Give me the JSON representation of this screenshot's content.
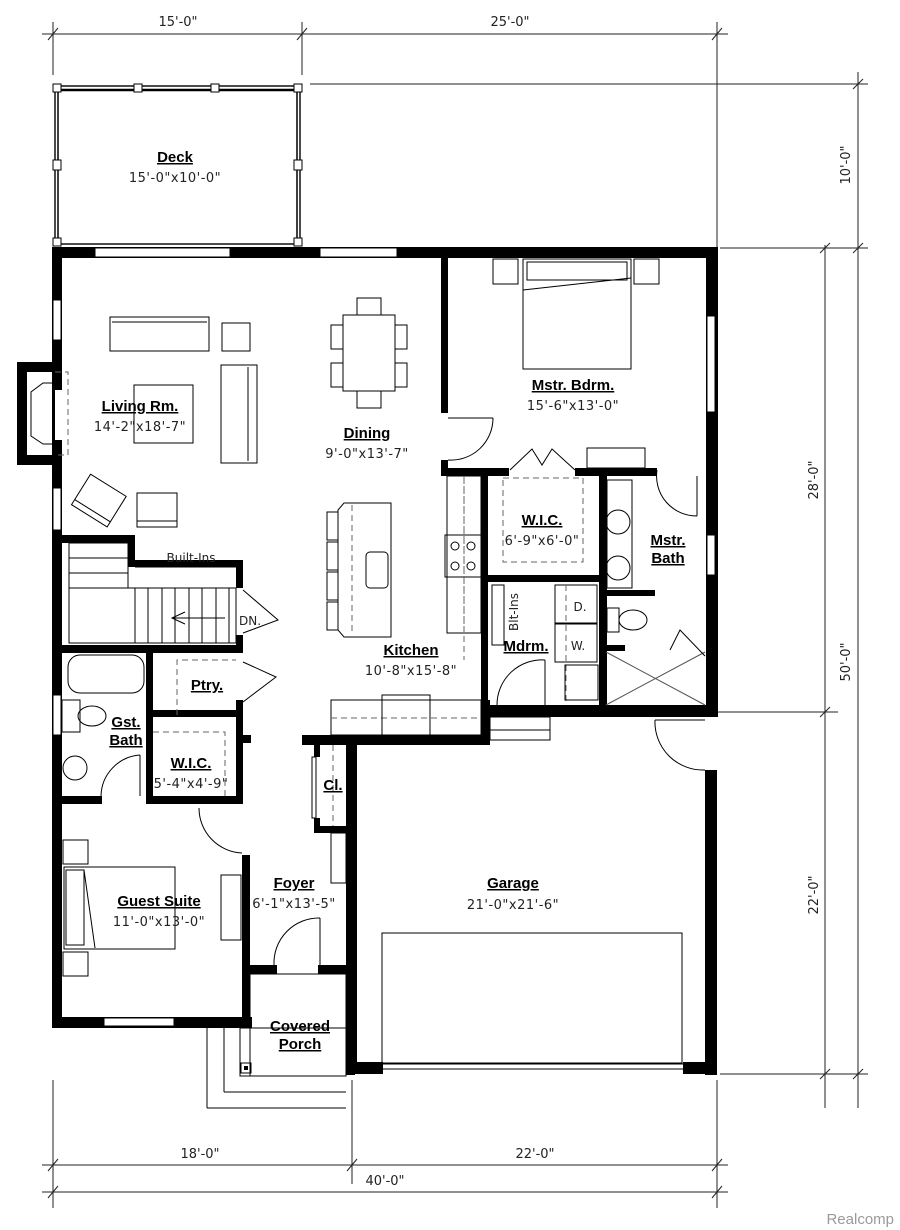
{
  "plan": {
    "dimensions": {
      "top_left": "15'-0\"",
      "top_right": "25'-0\"",
      "right_deck": "10'-0\"",
      "right_upper": "28'-0\"",
      "right_overall": "50'-0\"",
      "right_lower": "22'-0\"",
      "bottom_left": "18'-0\"",
      "bottom_right": "22'-0\"",
      "bottom_overall": "40'-0\""
    },
    "rooms": {
      "deck": {
        "name": "Deck",
        "size": "15'-0\"x10'-0\""
      },
      "living": {
        "name": "Living Rm.",
        "size": "14'-2\"x18'-7\""
      },
      "dining": {
        "name": "Dining",
        "size": "9'-0\"x13'-7\""
      },
      "master_bedroom": {
        "name": "Mstr. Bdrm.",
        "size": "15'-6\"x13'-0\""
      },
      "master_wic": {
        "name": "W.I.C.",
        "size": "6'-9\"x6'-0\""
      },
      "master_bath": {
        "name_line1": "Mstr.",
        "name_line2": "Bath"
      },
      "kitchen": {
        "name": "Kitchen",
        "size": "10'-8\"x15'-8\""
      },
      "mudroom": {
        "name": "Mdrm."
      },
      "pantry": {
        "name": "Ptry."
      },
      "guest_bath": {
        "name_line1": "Gst.",
        "name_line2": "Bath"
      },
      "guest_wic": {
        "name": "W.I.C.",
        "size": "5'-4\"x4'-9\""
      },
      "closet": {
        "name": "Cl."
      },
      "guest_suite": {
        "name": "Guest Suite",
        "size": "11'-0\"x13'-0\""
      },
      "foyer": {
        "name": "Foyer",
        "size": "6'-1\"x13'-5\""
      },
      "garage": {
        "name": "Garage",
        "size": "21'-0\"x21'-6\""
      },
      "covered_porch": {
        "name_line1": "Covered",
        "name_line2": "Porch"
      }
    },
    "annotations": {
      "built_ins": "Built-Ins",
      "stairs_down": "DN.",
      "bit_ins": "Blt-Ins",
      "dryer": "D.",
      "washer": "W."
    }
  },
  "watermark": "Realcomp"
}
